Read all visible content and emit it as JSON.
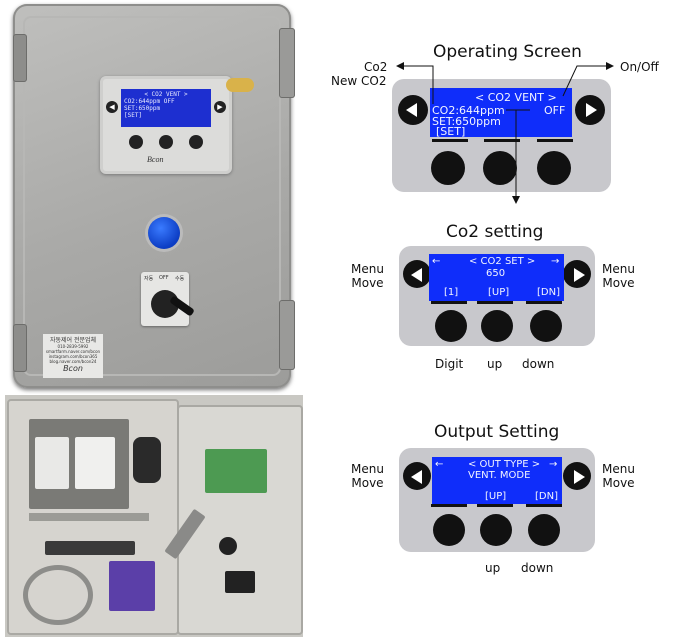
{
  "operating": {
    "title": "Operating Screen",
    "label_co2": "Co2",
    "label_new_co2": "New CO2",
    "label_onoff": "On/Off",
    "screen_header": "< CO2 VENT >",
    "screen_line1": "CO2:644ppm",
    "screen_line2": "SET:650ppm",
    "screen_line3": "[SET]",
    "screen_status": "OFF"
  },
  "co2_setting": {
    "title": "Co2 setting",
    "menu_left": "Menu\nMove",
    "menu_right": "Menu\nMove",
    "screen_header": "< CO2 SET >",
    "screen_value": "650",
    "key1": "[1]",
    "key2": "[UP]",
    "key3": "[DN]",
    "arrow_left": "←",
    "arrow_right": "→",
    "btn1_label": "Digit",
    "btn2_label": "up",
    "btn3_label": "down"
  },
  "output_setting": {
    "title": "Output Setting",
    "menu_left": "Menu\nMove",
    "menu_right": "Menu\nMove",
    "screen_header": "< OUT TYPE >",
    "screen_value": "VENT. MODE",
    "key2": "[UP]",
    "key3": "[DN]",
    "arrow_left": "←",
    "arrow_right": "→",
    "btn2_label": "up",
    "btn3_label": "down"
  },
  "photo": {
    "mini_screen_lines": [
      "< CO2 VENT >",
      "CO2:644ppm   OFF",
      "SET:650ppm",
      "[SET]"
    ],
    "brand": "Bcon",
    "plate_lines": [
      "자동제어 전문업체",
      "010-2839-5992",
      "smartfarm.naver.com/bcon",
      "instagram.com/bcon365",
      "blog.naver.com/bcon24"
    ],
    "selector_labels": [
      "자동",
      "OFF",
      "수동"
    ]
  },
  "colors": {
    "screen_blue": "#0f2dfa",
    "device_gray": "#c8c8cc",
    "button_black": "#111111"
  },
  "icons": [
    "arrow-left-icon",
    "arrow-right-icon"
  ]
}
